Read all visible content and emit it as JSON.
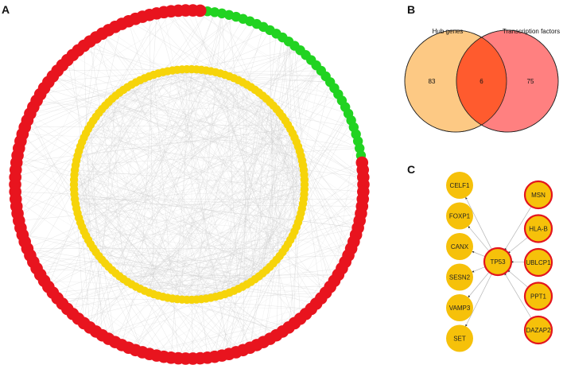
{
  "panels": {
    "a": "A",
    "b": "B",
    "c": "C"
  },
  "colors": {
    "red_node": "#e8141e",
    "green_node": "#21d321",
    "yellow_node": "#f6d40a",
    "edge": "#cccccc",
    "venn_left": "#fdbf6f",
    "venn_right": "#ff6a6a",
    "venn_overlap": "#ff5a2a",
    "c_node_fill": "#f6c10a",
    "c_node_ring": "#e3141e"
  },
  "network": {
    "outer_red_count": 118,
    "outer_green_count": 32,
    "inner_yellow_count": 150
  },
  "venn": {
    "left": {
      "label": "Hub genes",
      "count": "83"
    },
    "overlap": {
      "count": "6"
    },
    "right": {
      "label": "Transcription factors",
      "count": "75"
    }
  },
  "regulatory": {
    "hub": "TP53",
    "targets": [
      "CELF1",
      "FOXP1",
      "CANX",
      "SESN2",
      "VAMP3",
      "SET"
    ],
    "regulators": [
      "MSN",
      "HLA-B",
      "UBLCP1",
      "PPT1",
      "DAZAP2"
    ]
  }
}
